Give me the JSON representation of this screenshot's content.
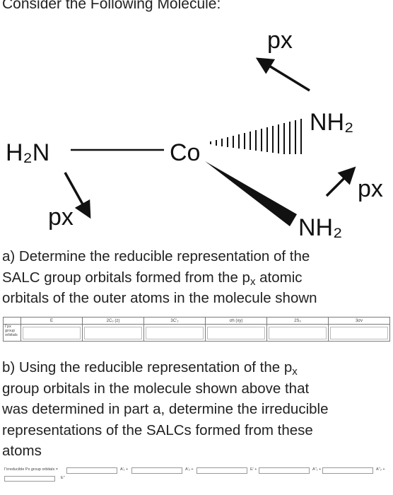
{
  "page": {
    "title": "Consider the Following Molecule:"
  },
  "molecule": {
    "metal": "Co",
    "ligand_left": "H₂N",
    "ligand_top": "NH₂",
    "ligand_bottom": "NH₂",
    "vector_label": "px"
  },
  "question_a": {
    "line1": "a) Determine the reducible representation of the",
    "line2_pre": "SALC group orbitals formed from the p",
    "line2_sub": "x",
    "line2_post": " atomic",
    "line3": "orbitals of the outer atoms in the molecule shown"
  },
  "char_table": {
    "headers": [
      "",
      "E",
      "2C₃ (z)",
      "3C'₂",
      "σh (xy)",
      "2S₃",
      "3σv"
    ],
    "row_label": "Γpx group orbitals"
  },
  "question_b": {
    "line1_pre": "b) Using the reducible representation of the p",
    "line1_sub": "x",
    "line2": "group orbitals in the molecule shown above that",
    "line3": "was determined in part a, determine the irreducible",
    "line4": "representations of the SALCs formed from these",
    "line5": "atoms"
  },
  "irreducible_row": {
    "label": "Γirreducible Px group orbitals =",
    "terms": [
      "A'₁ +",
      "A'₂ +",
      "E' +",
      "A''₁ +",
      "A''₂ +"
    ],
    "last": "E''"
  }
}
